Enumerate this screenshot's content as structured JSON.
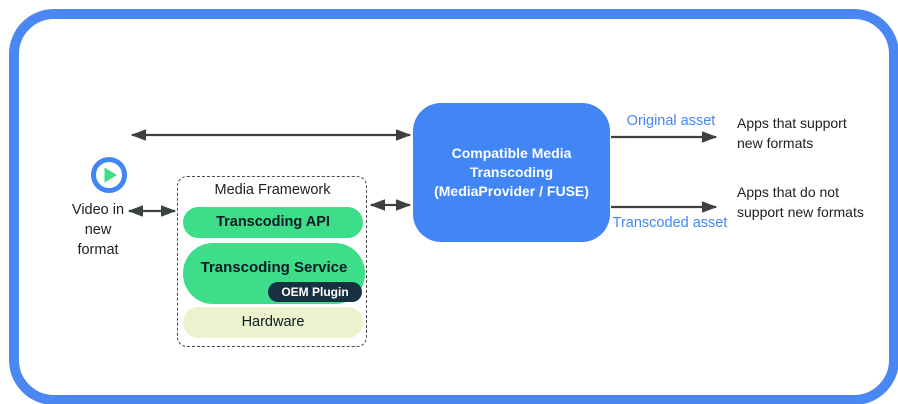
{
  "colors": {
    "frame_blue": "#4a87f2",
    "box_blue": "#4285f4",
    "pill_green": "#3edd89",
    "oem_navy": "#173042",
    "hardware_cream": "#ecf2cd",
    "arrow_gray": "#3c4043",
    "flow_label_blue": "#4285f4",
    "text_dark": "#202124"
  },
  "source": {
    "label_lines": [
      "Video in",
      "new",
      "format"
    ]
  },
  "media_framework": {
    "title": "Media Framework",
    "transcoding_api": "Transcoding API",
    "transcoding_service": "Transcoding Service",
    "oem_plugin": "OEM Plugin",
    "hardware": "Hardware"
  },
  "transcoder": {
    "line1": "Compatible Media",
    "line2": "Transcoding",
    "line3": "(MediaProvider / FUSE)"
  },
  "flows": {
    "original_asset": "Original asset",
    "transcoded_asset": "Transcoded asset"
  },
  "consumers": {
    "support_lines": [
      "Apps that support",
      "new formats"
    ],
    "no_support_lines": [
      "Apps that do not",
      "support new formats"
    ]
  }
}
